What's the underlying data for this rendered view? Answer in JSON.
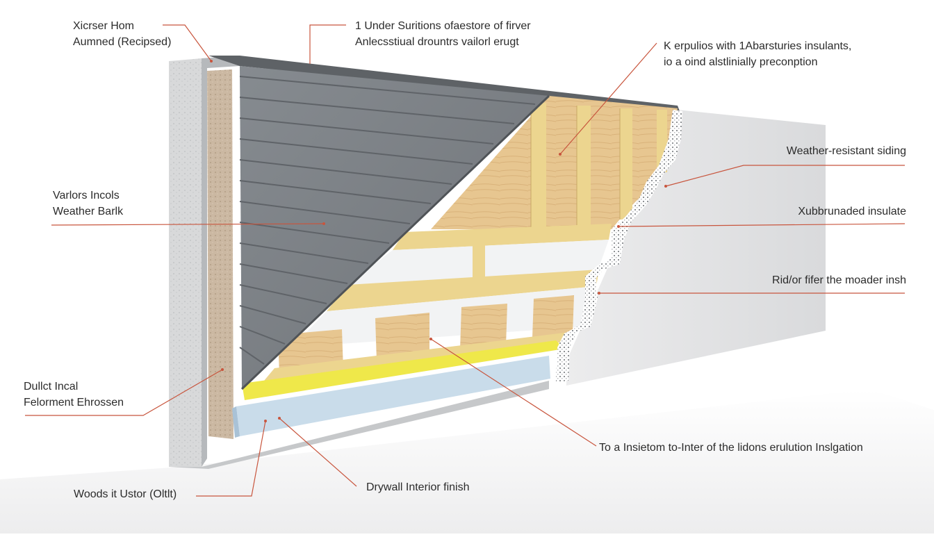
{
  "labels": {
    "top_left": {
      "line1": "Xicrser Hom",
      "line2": "Aumned (Recipsed)"
    },
    "top_center": {
      "line1": "1 Under Suritions ofaestore of firver",
      "line2": "Anlecsstiual drountrs vailorl erugt"
    },
    "top_right": {
      "line1": "K erpulios with 1Abarsturies insulants,",
      "line2": "io a oind alstlinially preconption"
    },
    "mid_left": {
      "line1": "Varlors Incols",
      "line2": "Weather Barlk"
    },
    "weather_siding": "Weather-resistant siding",
    "insulate": "Xubbrunaded insulate",
    "moader": "Rid/or fifer the moader insh",
    "bottom_left": {
      "line1": "Dullct Incal",
      "line2": "Felorment Ehrossen"
    },
    "woods": "Woods it Ustor (Oltlt)",
    "drywall": "Drywall Interior finish",
    "bottom_right": "To a Insietom to-Inter of the lidons erulution Inslgation"
  },
  "colors": {
    "leader": "#c8553d",
    "siding": "#8a8e93",
    "insulation": "#e3c08a",
    "stud": "#ecd58f",
    "foam": "#f2f3f4",
    "yellow_strip": "#efe84a",
    "blue_board": "#c9dcea",
    "frame": "#bfc2c5",
    "drywall": "#e6e7e8"
  }
}
